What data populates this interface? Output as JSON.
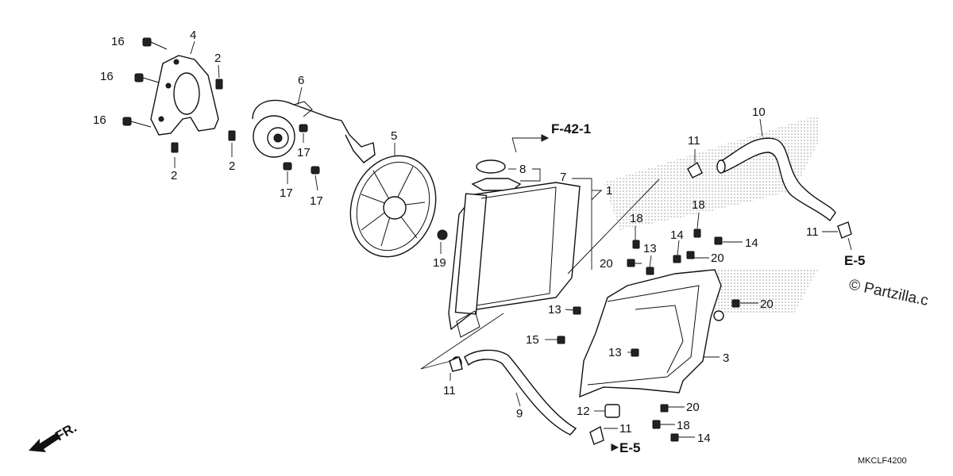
{
  "diagram": {
    "callouts": [
      "16",
      "4",
      "2",
      "16",
      "16",
      "2",
      "2",
      "6",
      "17",
      "17",
      "17",
      "5",
      "19",
      "8",
      "7",
      "1",
      "11",
      "10",
      "11",
      "18",
      "18",
      "14",
      "14",
      "13",
      "20",
      "20",
      "20",
      "13",
      "15",
      "13",
      "3",
      "11",
      "9",
      "12",
      "11",
      "20",
      "18",
      "14"
    ],
    "references": [
      "F-42-1",
      "E-5",
      "E-5"
    ],
    "direction_label": "FR.",
    "diagram_code": "MKCLF4200",
    "watermark": "© Partzilla.c"
  }
}
